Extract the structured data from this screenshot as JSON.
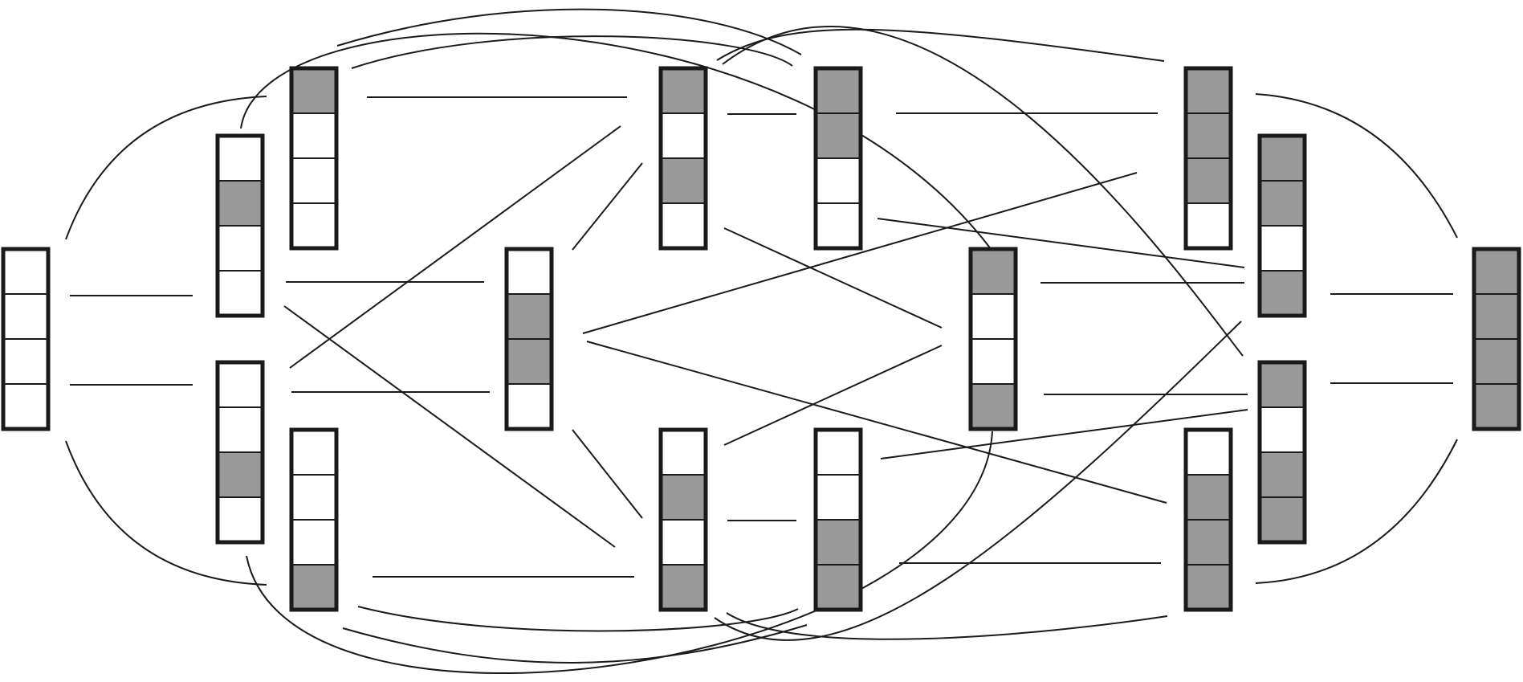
{
  "colors": {
    "background": "#ffffff",
    "stroke": "#1a1a1a",
    "filled_cell": "#999999",
    "empty_cell": "#ffffff"
  },
  "diagram": {
    "description_type": "4-bit hypercube lattice of binary state columns",
    "nodes": [
      {
        "id": "n0000",
        "cells": [
          0,
          0,
          0,
          0
        ]
      },
      {
        "id": "n0100",
        "cells": [
          0,
          1,
          0,
          0
        ]
      },
      {
        "id": "n0010",
        "cells": [
          0,
          0,
          1,
          0
        ]
      },
      {
        "id": "n1000",
        "cells": [
          1,
          0,
          0,
          0
        ]
      },
      {
        "id": "n0001",
        "cells": [
          0,
          0,
          0,
          1
        ]
      },
      {
        "id": "n0110",
        "cells": [
          0,
          1,
          1,
          0
        ]
      },
      {
        "id": "n1010",
        "cells": [
          1,
          0,
          1,
          0
        ]
      },
      {
        "id": "n1100",
        "cells": [
          1,
          1,
          0,
          0
        ]
      },
      {
        "id": "n0101",
        "cells": [
          0,
          1,
          0,
          1
        ]
      },
      {
        "id": "n0011",
        "cells": [
          0,
          0,
          1,
          1
        ]
      },
      {
        "id": "n1001",
        "cells": [
          1,
          0,
          0,
          1
        ]
      },
      {
        "id": "n1110",
        "cells": [
          1,
          1,
          1,
          0
        ]
      },
      {
        "id": "n1101",
        "cells": [
          1,
          1,
          0,
          1
        ]
      },
      {
        "id": "n1011",
        "cells": [
          1,
          0,
          1,
          1
        ]
      },
      {
        "id": "n0111",
        "cells": [
          0,
          1,
          1,
          1
        ]
      },
      {
        "id": "n1111",
        "cells": [
          1,
          1,
          1,
          1
        ]
      }
    ]
  }
}
